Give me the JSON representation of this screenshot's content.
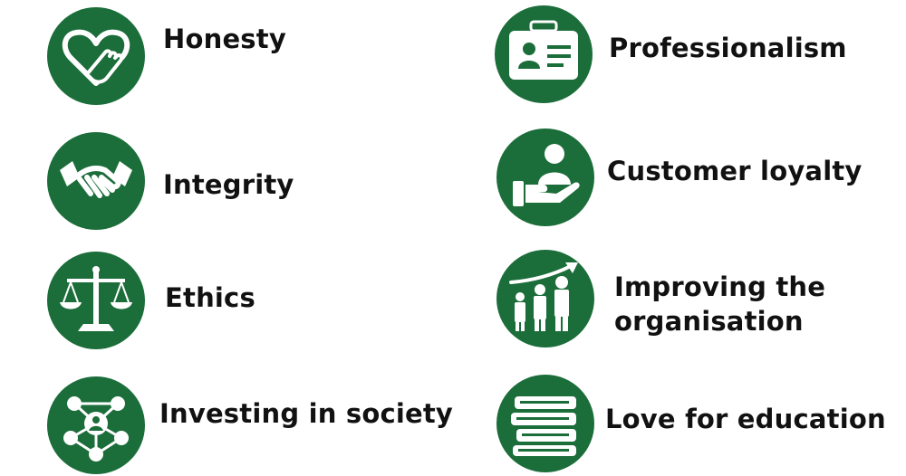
{
  "theme": {
    "accent": "#1b6d3a",
    "icon_fg": "#ffffff",
    "text": "#111111"
  },
  "items": [
    {
      "label_lines": [
        "Honesty"
      ],
      "icon": "heart-hand-icon"
    },
    {
      "label_lines": [
        "Integrity"
      ],
      "icon": "handshake-icon"
    },
    {
      "label_lines": [
        "Ethics"
      ],
      "icon": "scales-icon"
    },
    {
      "label_lines": [
        "Investing in society"
      ],
      "icon": "people-network-icon"
    },
    {
      "label_lines": [
        "Professionalism"
      ],
      "icon": "id-card-icon"
    },
    {
      "label_lines": [
        "Customer loyalty"
      ],
      "icon": "hand-holding-person-icon"
    },
    {
      "label_lines": [
        "Improving the",
        "organisation"
      ],
      "icon": "growth-people-icon"
    },
    {
      "label_lines": [
        "Love for education"
      ],
      "icon": "books-icon"
    }
  ]
}
